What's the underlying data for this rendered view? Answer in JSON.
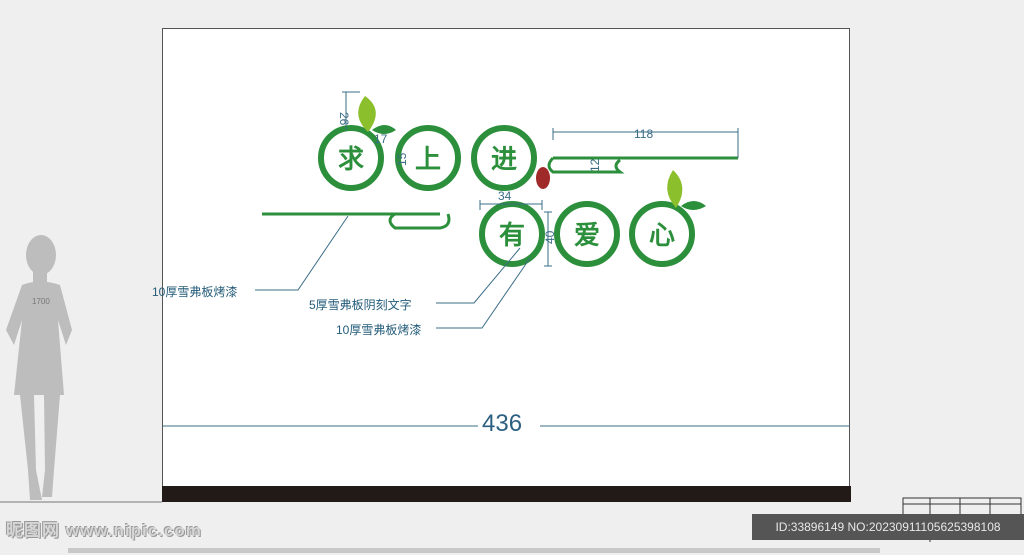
{
  "board": {
    "characters": [
      "求",
      "上",
      "进",
      "有",
      "爱",
      "心"
    ],
    "brand_color": "#2c8f3c",
    "leaf_color": "#8cbf2c"
  },
  "dimensions": {
    "leaf_height": "26",
    "leaf_offset": "17",
    "char_height": "15",
    "line_length": "118",
    "line_gap": "12",
    "circle_width": "34",
    "circle_height": "40",
    "total_width": "436",
    "person_height": "1700"
  },
  "callouts": {
    "left_line": "10厚雪弗板烤漆",
    "engraved_text": "5厚雪弗板阴刻文字",
    "circle_paint": "10厚雪弗板烤漆"
  },
  "watermark": {
    "logo": "昵图网 www.nipic.com",
    "id_text": "ID:33896149 NO:20230911105625398108"
  }
}
